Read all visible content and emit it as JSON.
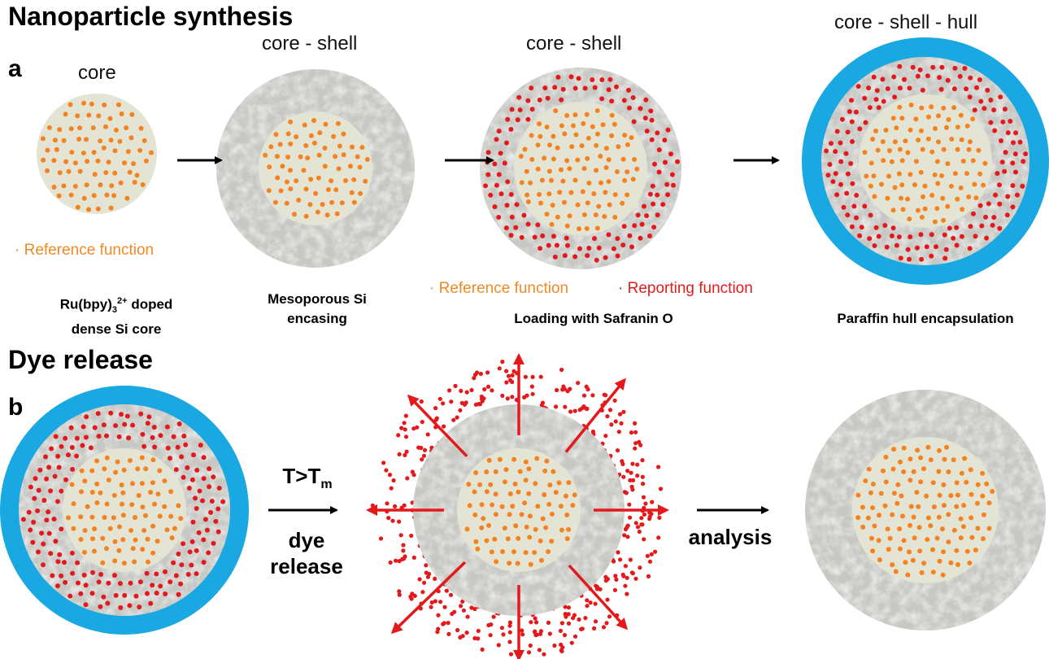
{
  "headings": {
    "synthesis": "Nanoparticle synthesis",
    "release": "Dye release",
    "panel_a": "a",
    "panel_b": "b"
  },
  "particle_labels": {
    "core": "core",
    "core_shell_1": "core - shell",
    "core_shell_2": "core - shell",
    "core_shell_hull": "core - shell - hull"
  },
  "captions": {
    "step1_line1": "doped",
    "step1_line2": "dense Si core",
    "step1_formula_base": "Ru(bpy)",
    "step1_formula_sub": "3",
    "step1_formula_sup": "2+",
    "step2_line1": "Mesoporous Si",
    "step2_line2": "encasing",
    "step3": "Loading with Safranin O",
    "step4": "Paraffin hull encapsulation"
  },
  "legends": {
    "reference_function": "Reference function",
    "reporting_function": "Reporting function",
    "bullet": "·"
  },
  "release_labels": {
    "temp_base": "T>T",
    "temp_sub": "m",
    "dye_line1": "dye",
    "dye_line2": "release",
    "analysis": "analysis"
  },
  "colors": {
    "core_fill": "#e4e4d4",
    "reference_dot": "#f58220",
    "reporting_dot": "#e3191b",
    "shell_fill": "#c7c7c4",
    "hull": "#1aa8e2",
    "arrow_black": "#000000",
    "arrow_red": "#e3191b"
  }
}
